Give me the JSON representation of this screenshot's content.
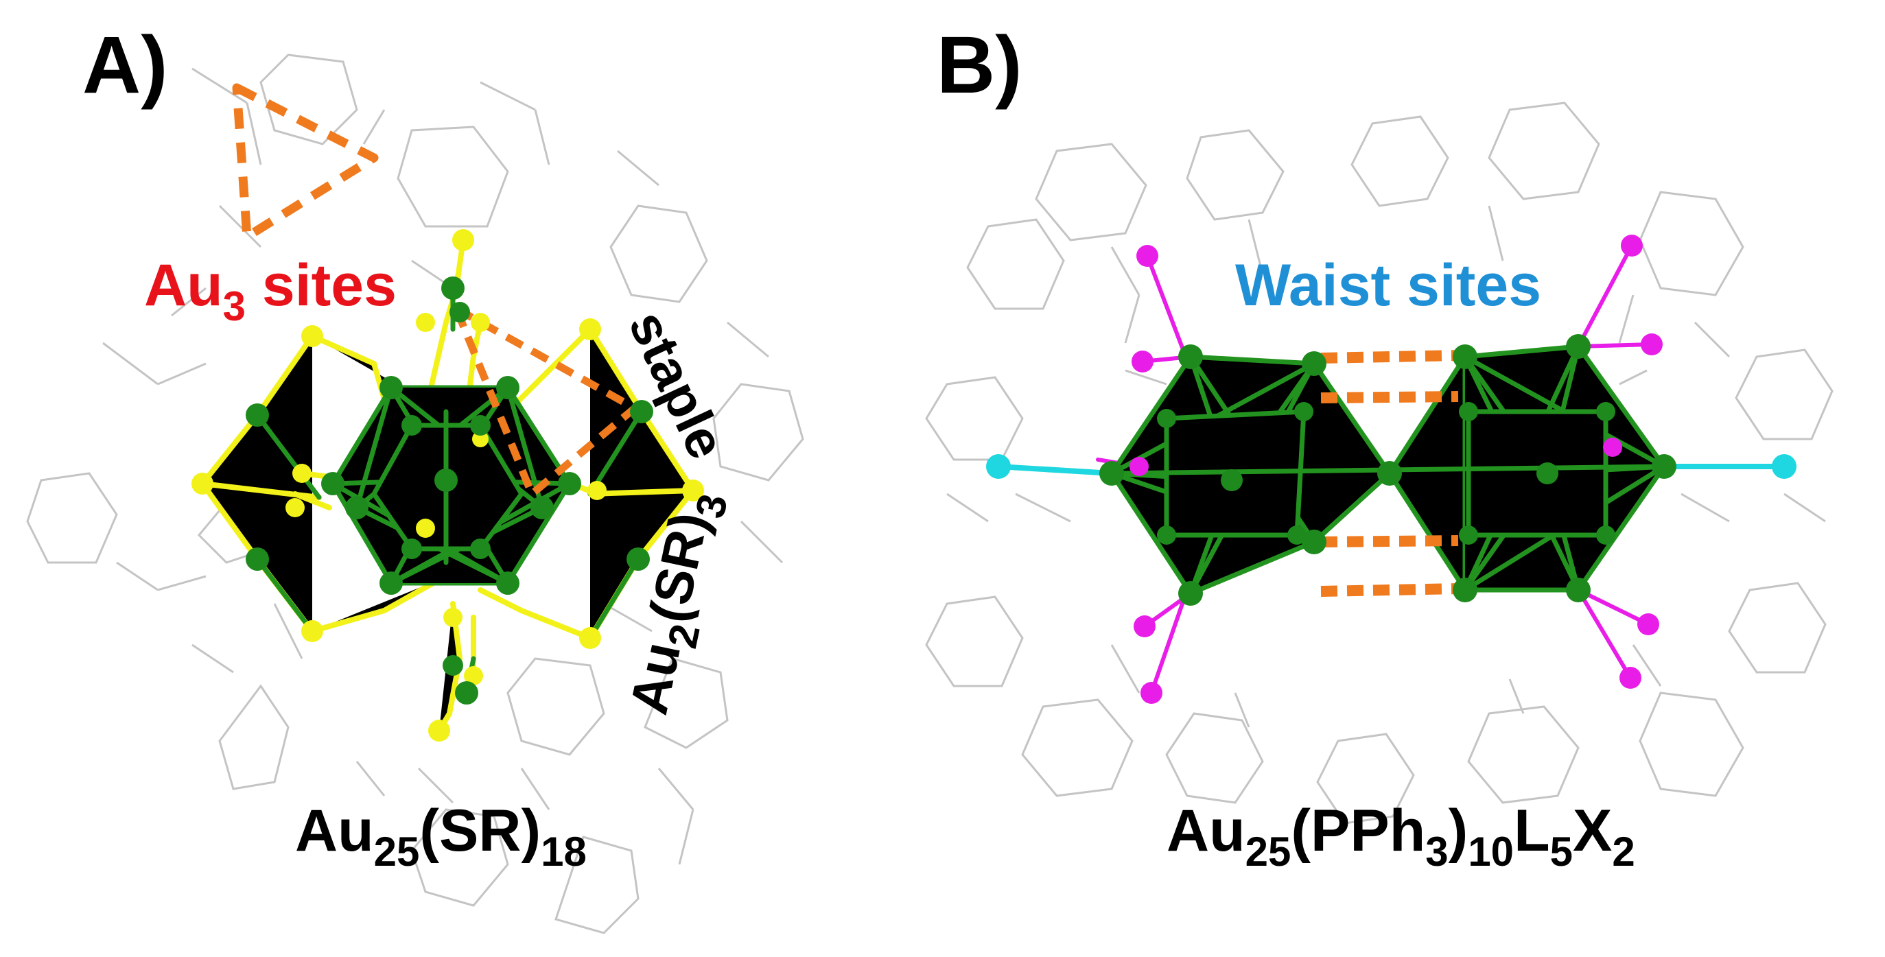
{
  "panels": {
    "a": {
      "label": "A)",
      "au3_sites": {
        "main": "Au",
        "sub": "3",
        "rest": " sites"
      },
      "staple": "staple",
      "motif": {
        "p1": "Au",
        "s1": "2",
        "p2": "(SR)",
        "s2": "3"
      },
      "formula": {
        "p1": "Au",
        "s1": "25",
        "p2": "(SR)",
        "s2": "18"
      }
    },
    "b": {
      "label": "B)",
      "waist_sites": "Waist sites",
      "formula": {
        "p1": "Au",
        "s1": "25",
        "p2": "(PPh",
        "s2": "3",
        "p3": ")",
        "s3": "10",
        "p4": "L",
        "s4": "5",
        "p5": "X",
        "s5": "2"
      }
    }
  },
  "colors": {
    "gold": "#1e8a1e",
    "bond": "#23931f",
    "sulfur": "#f2f21a",
    "phosphorus": "#e81ee8",
    "halide": "#1ed7e0",
    "ligand": "#c4c4c4",
    "highlight": "#f07a1e",
    "au3_label": "#e8121a",
    "waist_label": "#1f8fd6"
  }
}
